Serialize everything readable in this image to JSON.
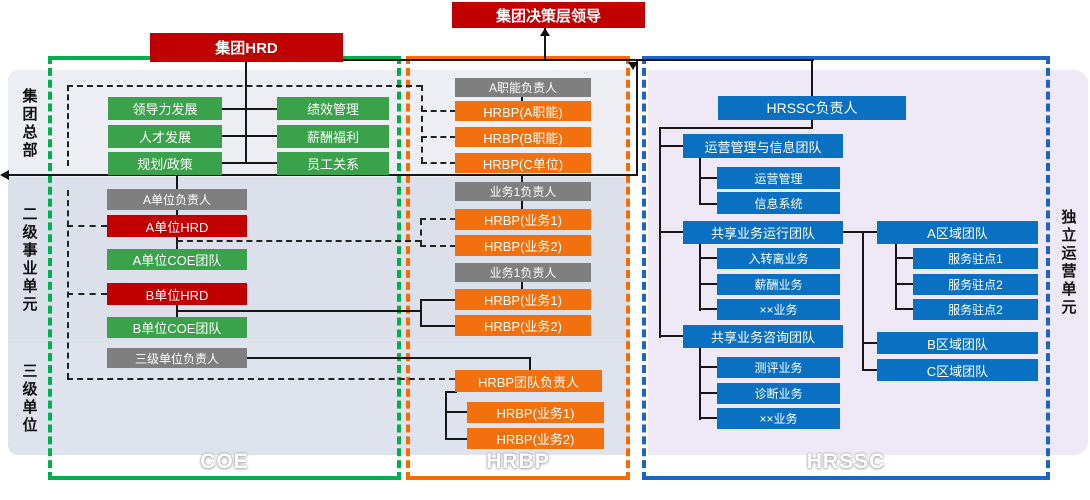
{
  "header": {
    "decision": "集团决策层领导",
    "group_hrd": "集团HRD"
  },
  "side_labels": {
    "hq": "集团总部",
    "level2": "二级事业单元",
    "level3": "三级单位",
    "independent": "独立运营单元"
  },
  "coe": {
    "footer": "COE",
    "hq_functions": [
      "领导力发展",
      "绩效管理",
      "人才发展",
      "薪酬福利",
      "规划/政策",
      "员工关系"
    ],
    "level2_nodes": [
      "A单位负责人",
      "A单位HRD",
      "A单位COE团队",
      "B单位HRD",
      "B单位COE团队"
    ],
    "level3_node": "三级单位负责人"
  },
  "hrbp": {
    "footer": "HRBP",
    "hq_nodes": [
      "A职能负责人",
      "HRBP(A职能)",
      "HRBP(B职能)",
      "HRBP(C单位)"
    ],
    "level2_group1": [
      "业务1负责人",
      "HRBP(业务1)",
      "HRBP(业务2)"
    ],
    "level2_group2": [
      "业务1负责人",
      "HRBP(业务1)",
      "HRBP(业务2)"
    ],
    "level3_nodes": [
      "HRBP团队负责人",
      "HRBP(业务1)",
      "HRBP(业务2)"
    ]
  },
  "hrssc": {
    "footer": "HRSSC",
    "head": "HRSSC负责人",
    "teams": {
      "ops": {
        "label": "运营管理与信息团队",
        "children": [
          "运营管理",
          "信息系统"
        ]
      },
      "run": {
        "label": "共享业务运行团队",
        "children": [
          "入转离业务",
          "薪酬业务",
          "××业务"
        ]
      },
      "consult": {
        "label": "共享业务咨询团队",
        "children": [
          "测评业务",
          "诊断业务",
          "××业务"
        ]
      },
      "region_a": {
        "label": "A区域团队",
        "children": [
          "服务驻点1",
          "服务驻点2",
          "服务驻点2"
        ]
      },
      "region_b": {
        "label": "B区域团队"
      },
      "region_c": {
        "label": "C区域团队"
      }
    }
  },
  "colors": {
    "red": "#c00000",
    "green": "#3aa24b",
    "green_border": "#00b050",
    "orange": "#f3700e",
    "orange_border": "#ff6a00",
    "blue": "#0a70c2",
    "blue_border": "#1c64c8",
    "gray": "#7f7f7f"
  }
}
